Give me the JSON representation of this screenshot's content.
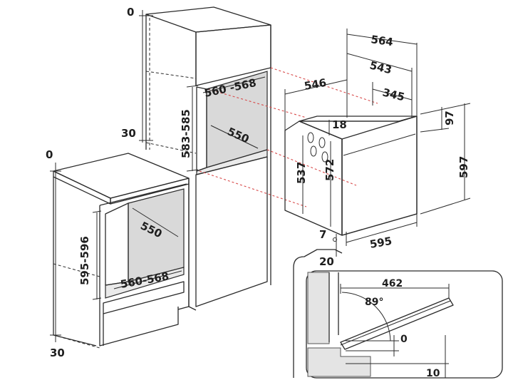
{
  "labels": {
    "left_cab_top_offset": "0",
    "left_cab_bottom_offset": "30",
    "left_cab_depth": "550",
    "left_cab_height": "595-596",
    "left_cab_width": "560-568",
    "tall_cab_top_offset": "0",
    "tall_cab_side_offset": "30",
    "tall_cab_width": "560 -568",
    "tall_cab_height": "583-585",
    "tall_cab_depth": "550",
    "oven_depth_total": "564",
    "oven_depth_body": "543",
    "oven_side_depth": "546",
    "oven_top_depth": "345",
    "oven_top_offset": "18",
    "oven_panel_height": "97",
    "oven_total_height": "597",
    "oven_side_height": "537",
    "oven_front_height": "572",
    "oven_width": "595",
    "oven_bottom_offset": "7",
    "oven_door_offset": "20",
    "door_reach": "462",
    "door_angle": "89°",
    "door_gap_zero": "0",
    "door_gap_ten": "10"
  }
}
